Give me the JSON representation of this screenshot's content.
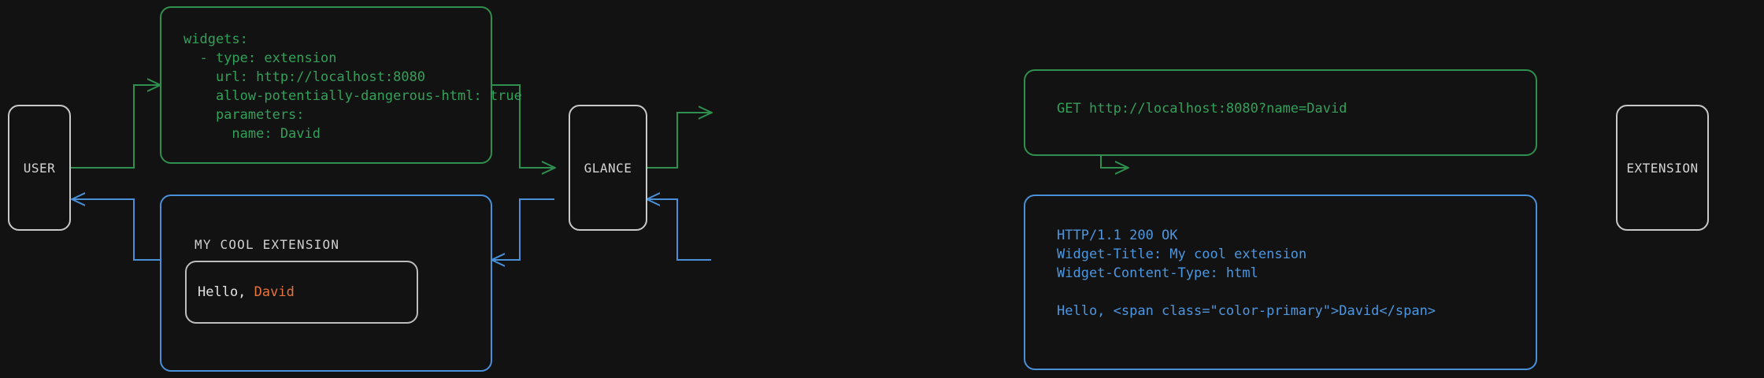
{
  "diagram": {
    "background": "#121212",
    "colors": {
      "request": "#2f8f4e",
      "response": "#4a90d9",
      "node_border": "#c9c9c9",
      "node_text": "#d4d4d4",
      "accent": "#e8733a"
    }
  },
  "nodes": {
    "user": {
      "label": "USER"
    },
    "glance": {
      "label": "GLANCE"
    },
    "extension": {
      "label": "EXTENSION"
    }
  },
  "cards": {
    "config": {
      "kind": "request",
      "code": "widgets:\n  - type: extension\n    url: http://localhost:8080\n    allow-potentially-dangerous-html: true\n    parameters:\n      name: David"
    },
    "http_request": {
      "kind": "request",
      "code": "GET http://localhost:8080?name=David"
    },
    "http_response": {
      "kind": "response",
      "code": "HTTP/1.1 200 OK\nWidget-Title: My cool extension\nWidget-Content-Type: html\n\nHello, <span class=\"color-primary\">David</span>"
    },
    "rendered_widget": {
      "kind": "response",
      "title": "MY COOL EXTENSION",
      "body_prefix": "Hello, ",
      "body_accent": "David"
    }
  }
}
